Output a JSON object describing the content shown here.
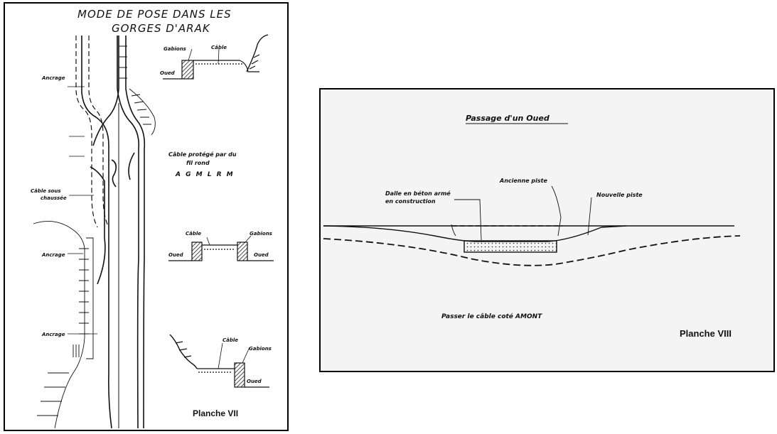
{
  "planche7": {
    "title_line1": "MODE DE POSE DANS LES",
    "title_line2": "GORGES D'ARAK",
    "label_gabions_top": "Gabions",
    "label_cable_top": "Câble",
    "label_oued_top": "Oued",
    "label_ancrage_1": "Ancrage",
    "label_ancrage_2": "Ancrage",
    "label_ancrage_3": "Ancrage",
    "label_cable_sous_line1": "Câble sous",
    "label_cable_sous_line2": "chaussée",
    "note_line1": "Câble protégé par du",
    "note_line2": "fil rond",
    "note_line3": "A G M L R M",
    "label_cable_mid": "Câble",
    "label_gabions_mid": "Gabions",
    "label_oued_mid_left": "Oued",
    "label_oued_mid_right": "Oued",
    "label_cable_bottom": "Câble",
    "label_gabions_bottom": "Gabions",
    "label_oued_bottom": "Oued",
    "footer": "Planche VII"
  },
  "planche8": {
    "title": "Passage d'un Oued",
    "label_ancienne_piste": "Ancienne piste",
    "label_dalle_line1": "Dalle en béton armé",
    "label_dalle_line2": "en construction",
    "label_nouvelle_piste": "Nouvelle piste",
    "instruction": "Passer le câble coté AMONT",
    "footer": "Planche VIII"
  }
}
